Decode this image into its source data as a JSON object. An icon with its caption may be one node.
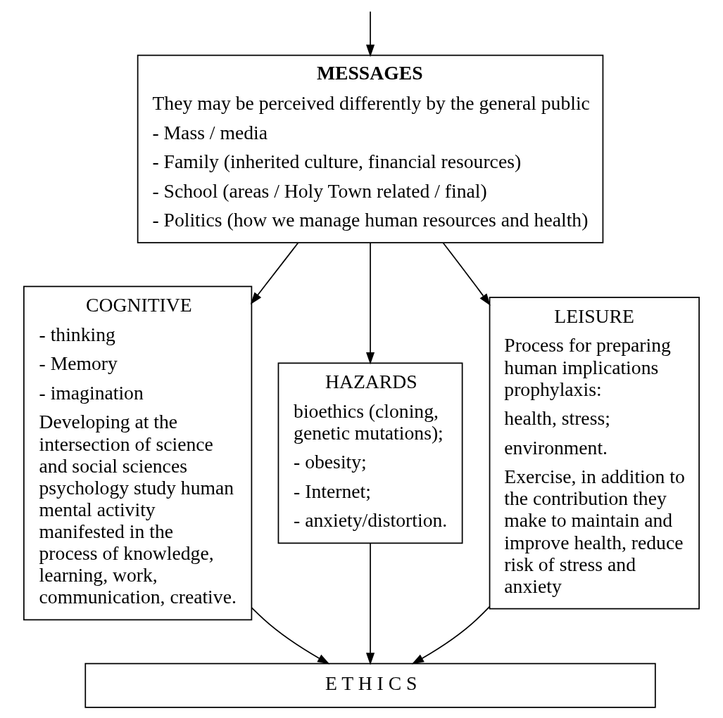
{
  "diagram": {
    "nodes": [
      {
        "text": [
          "MESSAGES",
          "They may be perceived differently by the general public",
          "- Mass / media",
          "- Family (inherited culture, financial resources)",
          "- School (areas / Holy Town related / final)",
          "- Politics (how we manage human resources and health)"
        ]
      },
      {
        "text": [
          "COGNITIVE",
          "- thinking",
          "- Memory",
          "- imagination",
          "Developing at the intersection of science and social sciences psychology study human mental activity manifested in the process of knowledge, learning, work, communication, creative."
        ]
      },
      {
        "text": [
          "HAZARDS",
          "bioethics (cloning, genetic mutations);",
          "- obesity;",
          "- Internet;",
          "- anxiety/distortion."
        ]
      },
      {
        "text": [
          "LEISURE",
          "Process for preparing human implications prophylaxis:",
          "health, stress;",
          "environment.",
          "Exercise, in addition to the contribution they make to maintain and improve health, reduce risk of stress and anxiety"
        ]
      },
      {
        "text": [
          "E T H I C S"
        ]
      }
    ],
    "edges": [
      {
        "from": null,
        "to": 0,
        "arrow": "to"
      },
      {
        "from": 0,
        "to": 1,
        "arrow": "to"
      },
      {
        "from": 0,
        "to": 2,
        "arrow": "to"
      },
      {
        "from": 0,
        "to": 3,
        "arrow": "to"
      },
      {
        "from": 1,
        "to": 4,
        "arrow": "to"
      },
      {
        "from": 2,
        "to": 4,
        "arrow": "to"
      },
      {
        "from": 3,
        "to": 4,
        "arrow": "to"
      }
    ]
  }
}
